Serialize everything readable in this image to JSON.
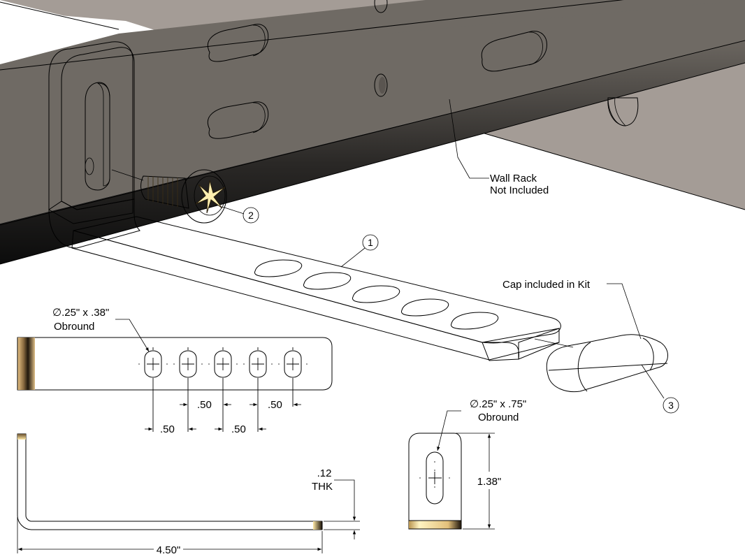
{
  "drawing": {
    "subject": "Wall rack mounting bracket kit",
    "colors": {
      "rack_face": "#6f6a64",
      "rack_back": "#a49c96",
      "bracket_face": "#e2b872",
      "bracket_edge": "#fcd487",
      "bracket_flat_view": "#dfbe86",
      "bracket_side_view": "#fde7a5",
      "cap": "#1b1b1b"
    }
  },
  "callouts": {
    "wall_rack": {
      "line1": "Wall Rack",
      "line2": "Not Included"
    },
    "cap": {
      "text": "Cap included in Kit"
    }
  },
  "balloons": [
    {
      "number": "1",
      "part": "bracket"
    },
    {
      "number": "2",
      "part": "screw"
    },
    {
      "number": "3",
      "part": "cap"
    }
  ],
  "flat_view": {
    "hole_callout": {
      "line1": "∅.25\" x .38\"",
      "line2": "Obround"
    },
    "hole_count": 5,
    "spacings_top": [
      ".50",
      ".50"
    ],
    "spacings_bottom": [
      ".50",
      ".50"
    ]
  },
  "side_view": {
    "length": "4.50\"",
    "thickness_value": ".12",
    "thickness_label": "THK"
  },
  "end_view": {
    "hole_callout": {
      "line1": "∅.25\" x .75\"",
      "line2": "Obround"
    },
    "height": "1.38\""
  }
}
